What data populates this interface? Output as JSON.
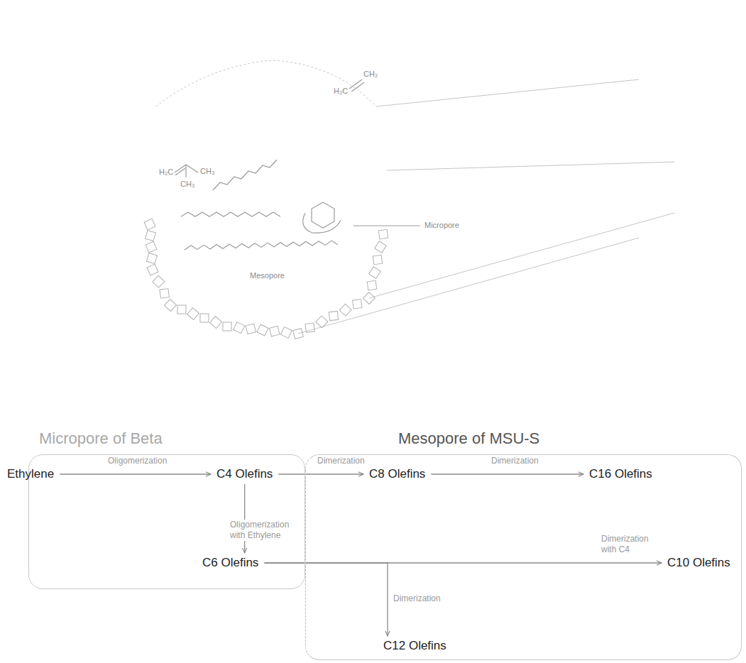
{
  "diagram": {
    "nodes": [
      {
        "text": [
          "Micropore of Beta"
        ]
      },
      {
        "text": [
          "Ethylene"
        ],
        "in": 0
      },
      {
        "text": [
          "C4 Olefins"
        ],
        "in": 0
      },
      {
        "text": [
          "C6 Olefins"
        ],
        "in": 0
      },
      {
        "text": [
          "Mesopore of MSU-S"
        ]
      },
      {
        "text": [
          "C8 Olefins"
        ],
        "in": 4
      },
      {
        "text": [
          "C16 Olefins"
        ],
        "in": 4
      },
      {
        "text": [
          "C10 Olefins"
        ],
        "in": 4
      },
      {
        "text": [
          "C12 Olefins"
        ],
        "in": 4
      }
    ],
    "edges": [
      {
        "from": 1,
        "to": 2,
        "arrow": "to",
        "label": "Oligomerization"
      },
      {
        "from": 2,
        "to": 5,
        "arrow": "to",
        "label": "Dimerization"
      },
      {
        "from": 5,
        "to": 6,
        "arrow": "to",
        "label": "Dimerization"
      },
      {
        "from": 2,
        "to": 3,
        "arrow": "to",
        "label": "Oligomerization with Ethylene"
      },
      {
        "from": 3,
        "to": 7,
        "arrow": "to",
        "label": "Dimerization with C4"
      },
      {
        "from": 3,
        "to": 8,
        "arrow": "to",
        "label": "Dimerization"
      }
    ],
    "labels": [
      "H₂C",
      "CH₂",
      "H₂C",
      "CH₃",
      "CH₃",
      "Micropore",
      "Mesopore"
    ]
  }
}
